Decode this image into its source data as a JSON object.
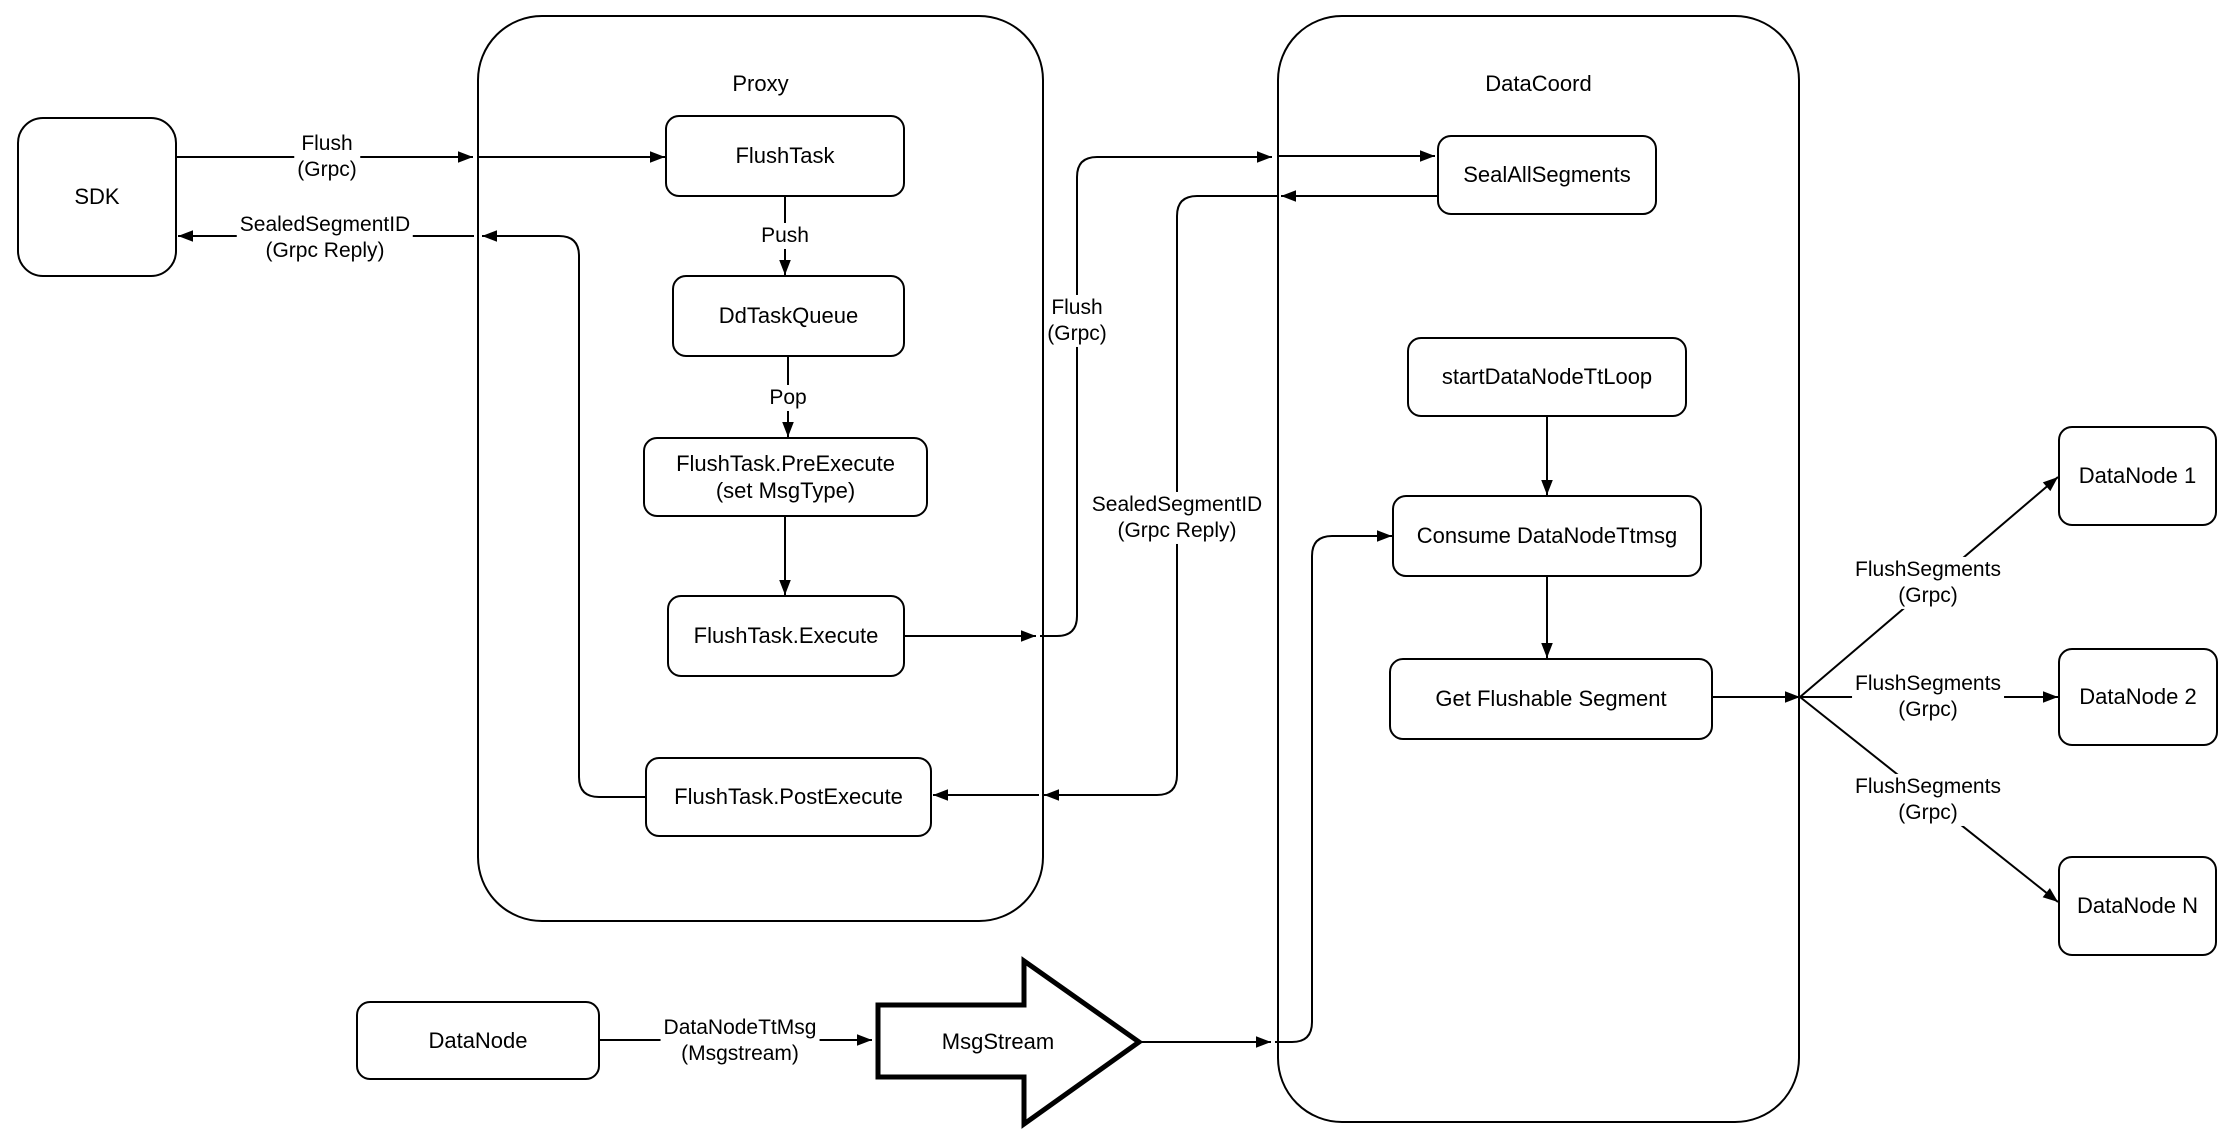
{
  "containers": {
    "proxy": {
      "label": "Proxy"
    },
    "datacoord": {
      "label": "DataCoord"
    }
  },
  "nodes": {
    "sdk": {
      "label": "SDK"
    },
    "flush_task": {
      "label": "FlushTask"
    },
    "dd_task_queue": {
      "label": "DdTaskQueue"
    },
    "pre_execute": {
      "label": "FlushTask.PreExecute\n(set MsgType)"
    },
    "execute": {
      "label": "FlushTask.Execute"
    },
    "post_execute": {
      "label": "FlushTask.PostExecute"
    },
    "seal_all_segments": {
      "label": "SealAllSegments"
    },
    "start_loop": {
      "label": "startDataNodeTtLoop"
    },
    "consume": {
      "label": "Consume DataNodeTtmsg"
    },
    "get_flushable": {
      "label": "Get Flushable Segment"
    },
    "datanode1": {
      "label": "DataNode 1"
    },
    "datanode2": {
      "label": "DataNode 2"
    },
    "datanoden": {
      "label": "DataNode N"
    },
    "datanode": {
      "label": "DataNode"
    },
    "msgstream": {
      "label": "MsgStream"
    }
  },
  "edge_labels": {
    "flush_sdk": "Flush\n(Grpc)",
    "sealed_sdk": "SealedSegmentID\n(Grpc Reply)",
    "push": "Push",
    "pop": "Pop",
    "flush_mid": "Flush\n(Grpc)",
    "sealed_mid": "SealedSegmentID\n(Grpc Reply)",
    "flush_segments1": "FlushSegments\n(Grpc)",
    "flush_segments2": "FlushSegments\n(Grpc)",
    "flush_segments3": "FlushSegments\n(Grpc)",
    "datanodettmsg": "DataNodeTtMsg\n(Msgstream)"
  },
  "colors": {
    "stroke": "#000000",
    "node_fill": "#ffffff",
    "background": "#ffffff"
  }
}
